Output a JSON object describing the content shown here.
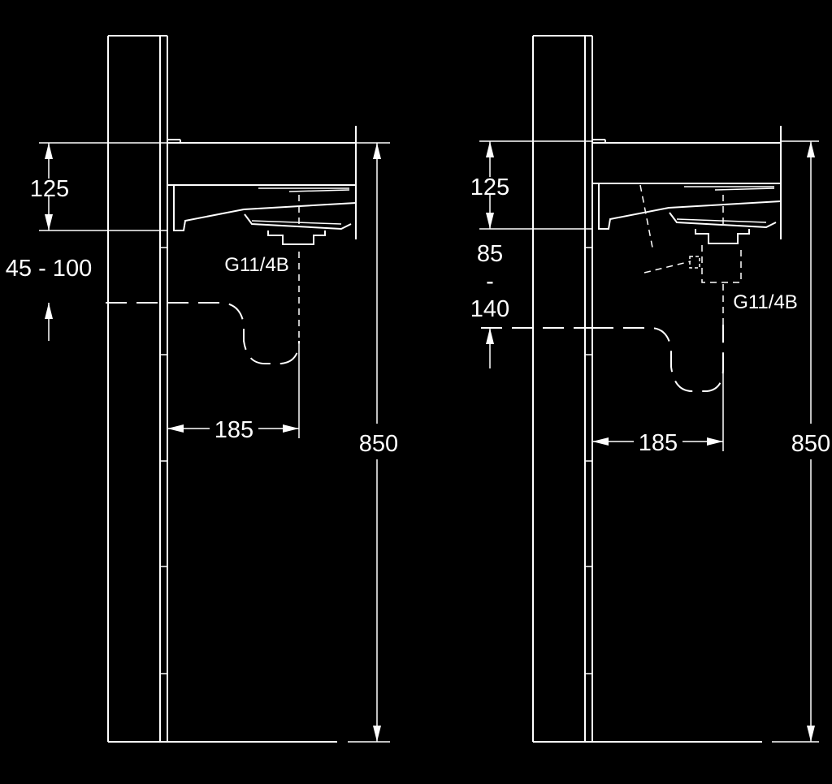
{
  "left_view": {
    "dim_top": "125",
    "dim_offset": "45 - 100",
    "dim_horizontal": "185",
    "dim_height": "850",
    "thread": "G11/4B"
  },
  "right_view": {
    "dim_top": "125",
    "dim_offset_min": "85",
    "dim_offset_dash": "-",
    "dim_offset_max": "140",
    "dim_horizontal": "185",
    "dim_height": "850",
    "thread": "G11/4B"
  }
}
